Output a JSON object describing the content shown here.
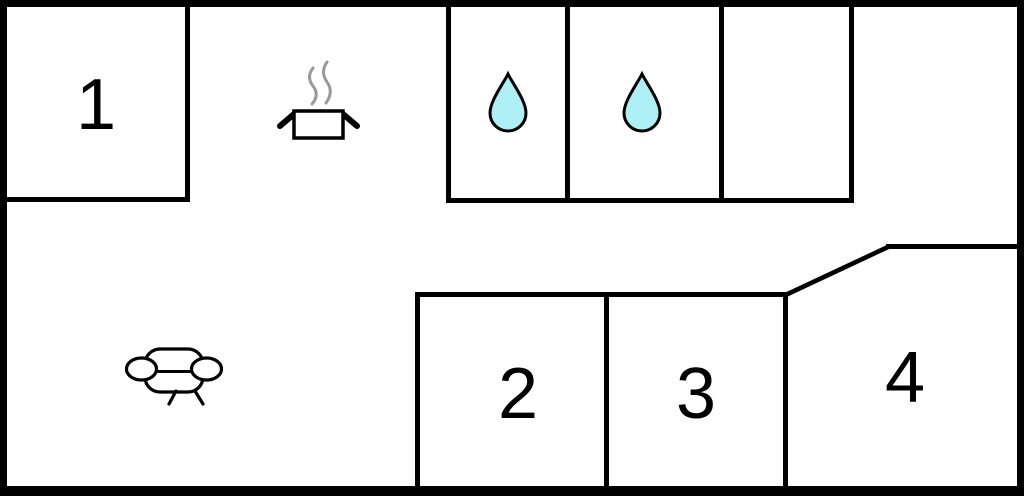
{
  "plan": {
    "rooms": [
      {
        "label": "1"
      },
      {
        "label": "2"
      },
      {
        "label": "3"
      },
      {
        "label": "4"
      }
    ],
    "icons": [
      "cooking-pot-icon",
      "water-drop-icon",
      "water-drop-icon",
      "sofa-icon"
    ],
    "colors": {
      "wall": "#000000",
      "background": "#ffffff",
      "drop_fill": "#aeeef5",
      "drop_outline": "#000000",
      "steam": "#999999"
    }
  }
}
